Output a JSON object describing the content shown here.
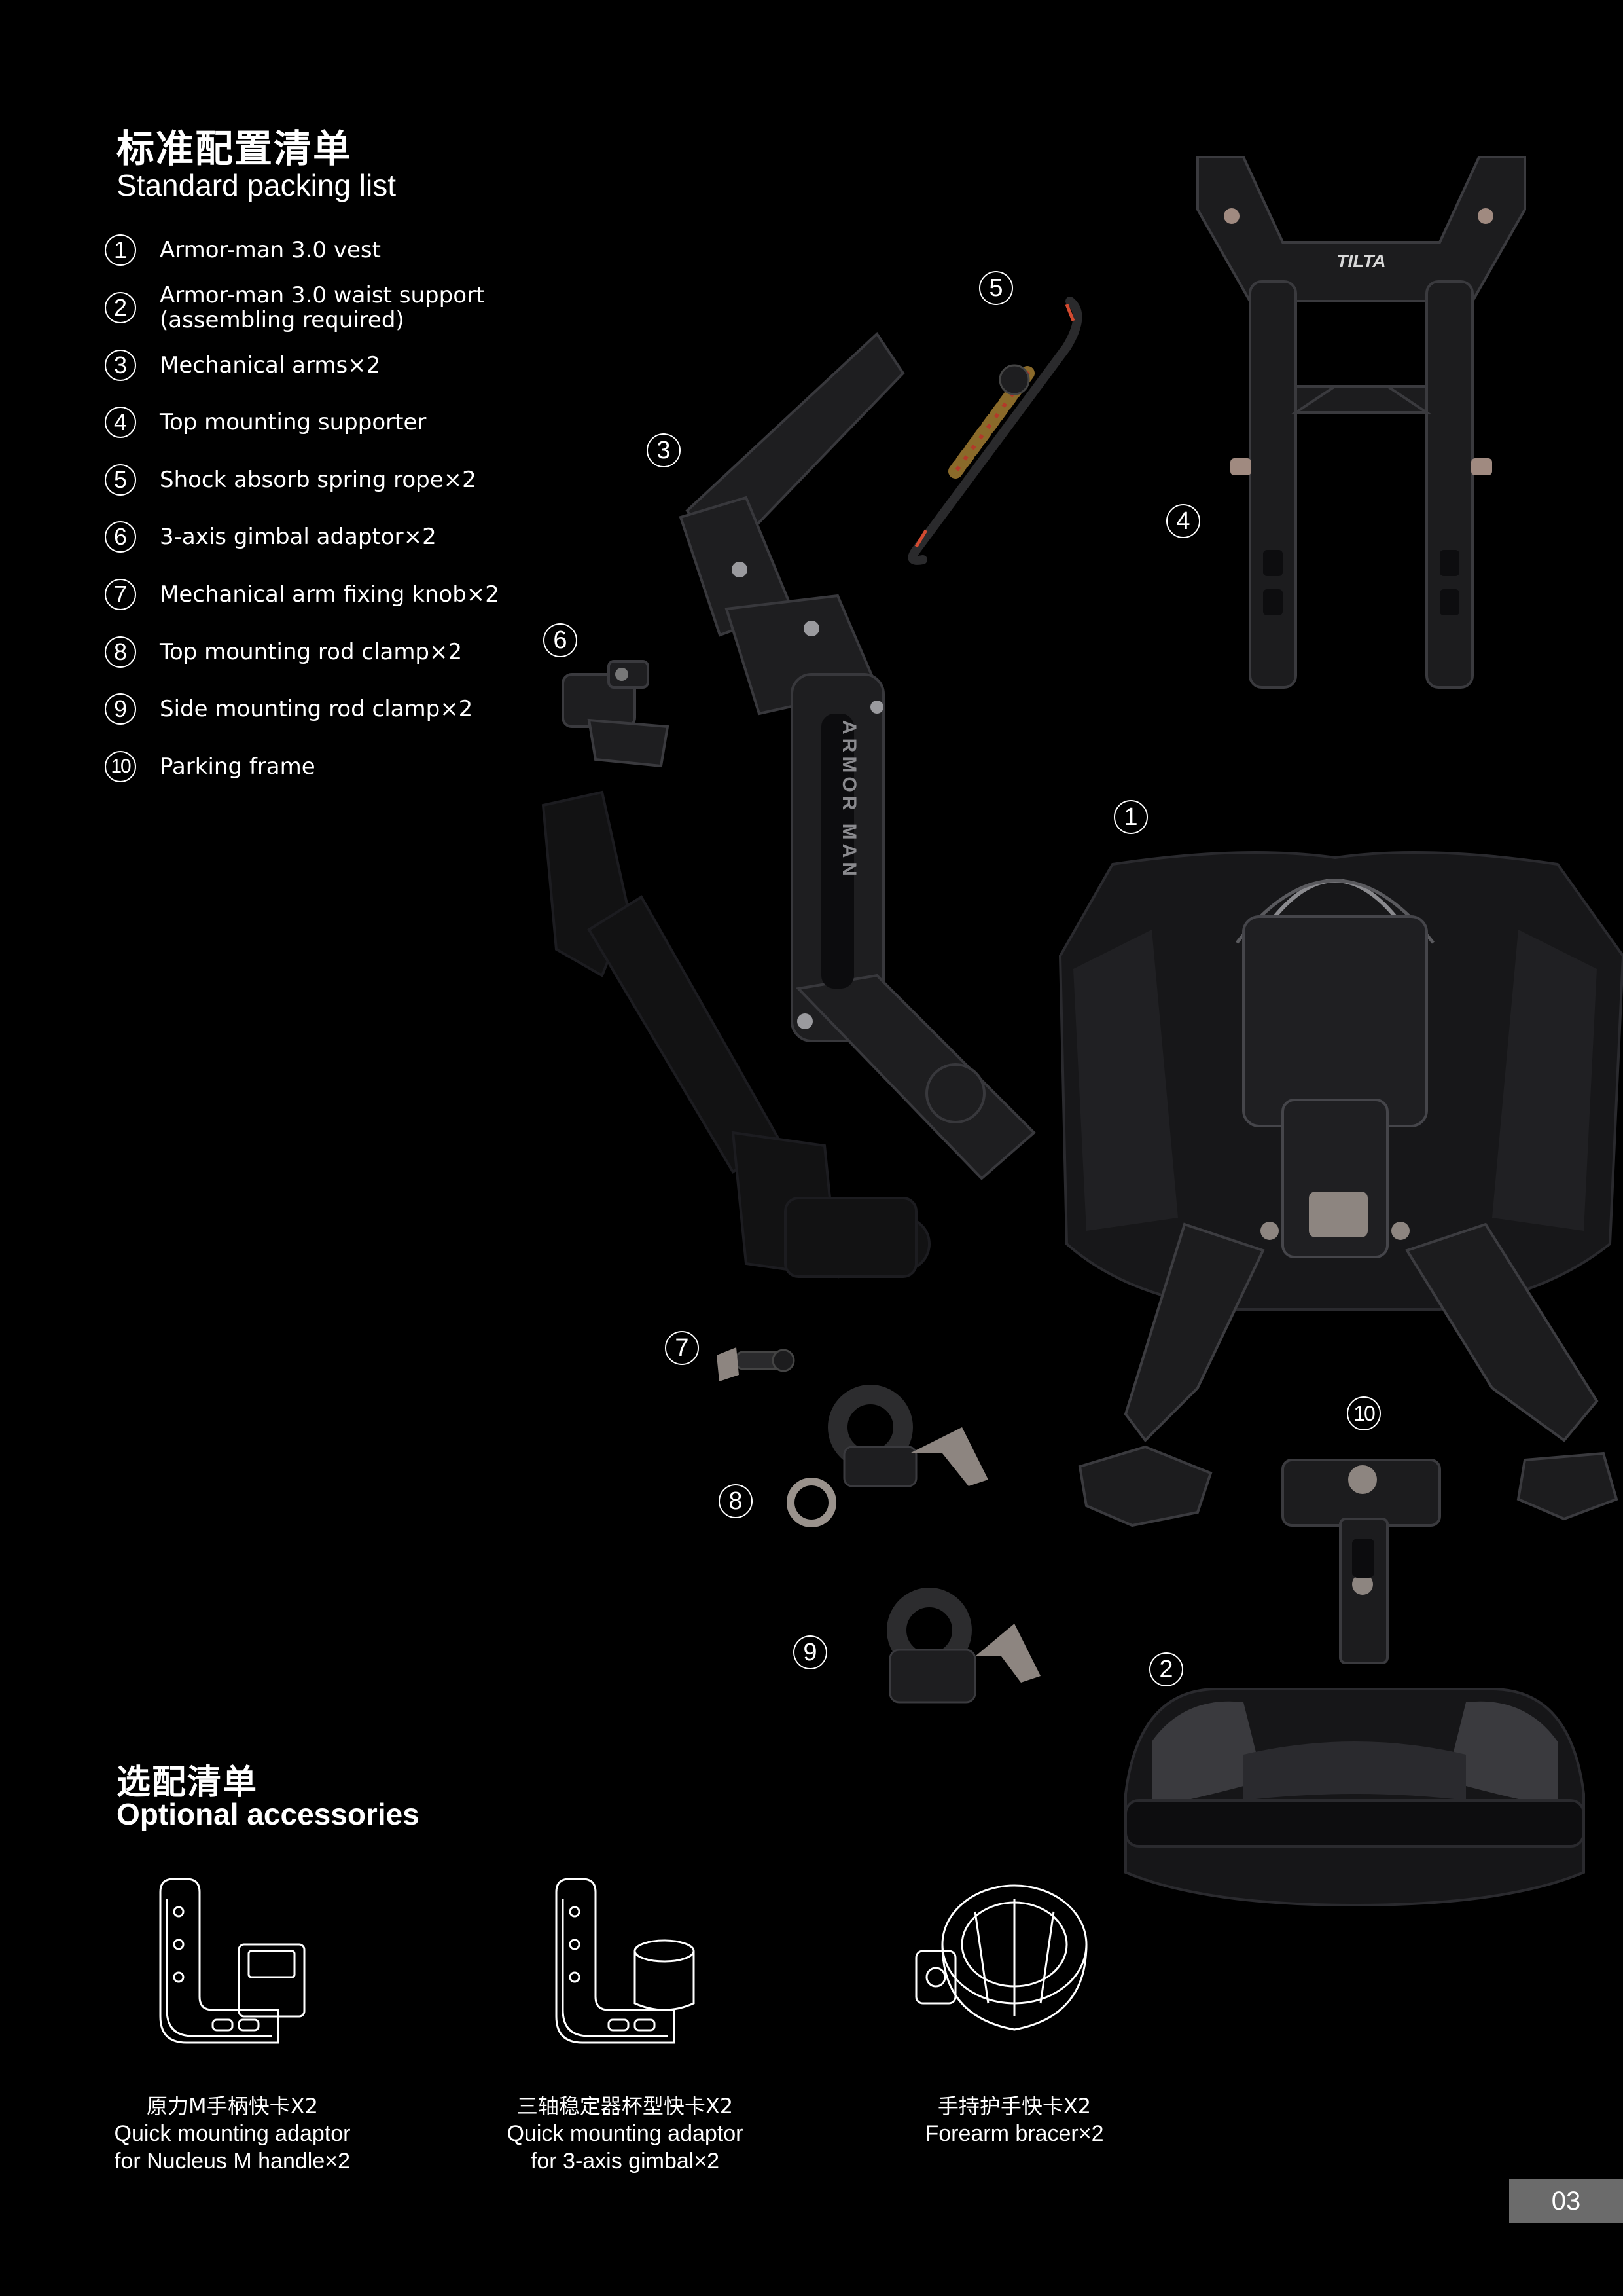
{
  "standard": {
    "title_cn": "标准配置清单",
    "title_en": "Standard packing list",
    "items": [
      {
        "num": "1",
        "text": "Armor-man 3.0 vest"
      },
      {
        "num": "2",
        "text": "Armor-man 3.0 waist support",
        "text2": "(assembling required)"
      },
      {
        "num": "3",
        "text": "Mechanical arms×2"
      },
      {
        "num": "4",
        "text": "Top mounting supporter"
      },
      {
        "num": "5",
        "text": "Shock absorb spring rope×2"
      },
      {
        "num": "6",
        "text": "3-axis gimbal adaptor×2"
      },
      {
        "num": "7",
        "text": "Mechanical arm fixing knob×2"
      },
      {
        "num": "8",
        "text": "Top mounting rod clamp×2"
      },
      {
        "num": "9",
        "text": "Side mounting rod clamp×2"
      },
      {
        "num": "10",
        "text": "Parking frame"
      }
    ]
  },
  "callouts": [
    "1",
    "2",
    "3",
    "4",
    "5",
    "6",
    "7",
    "8",
    "9",
    "10"
  ],
  "optional": {
    "title_cn": "选配清单",
    "title_en": "Optional accessories",
    "items": [
      {
        "cn": "原力M手柄快卡X2",
        "en1": "Quick mounting adaptor",
        "en2": "for Nucleus M handle×2"
      },
      {
        "cn": "三轴稳定器杯型快卡X2",
        "en1": "Quick mounting adaptor",
        "en2": "for 3-axis gimbal×2"
      },
      {
        "cn": "手持护手快卡X2",
        "en1": "Forearm bracer×2",
        "en2": ""
      }
    ]
  },
  "product_logo": "TILTA",
  "arm_text": "ARMOR MAN",
  "page_number": "03"
}
